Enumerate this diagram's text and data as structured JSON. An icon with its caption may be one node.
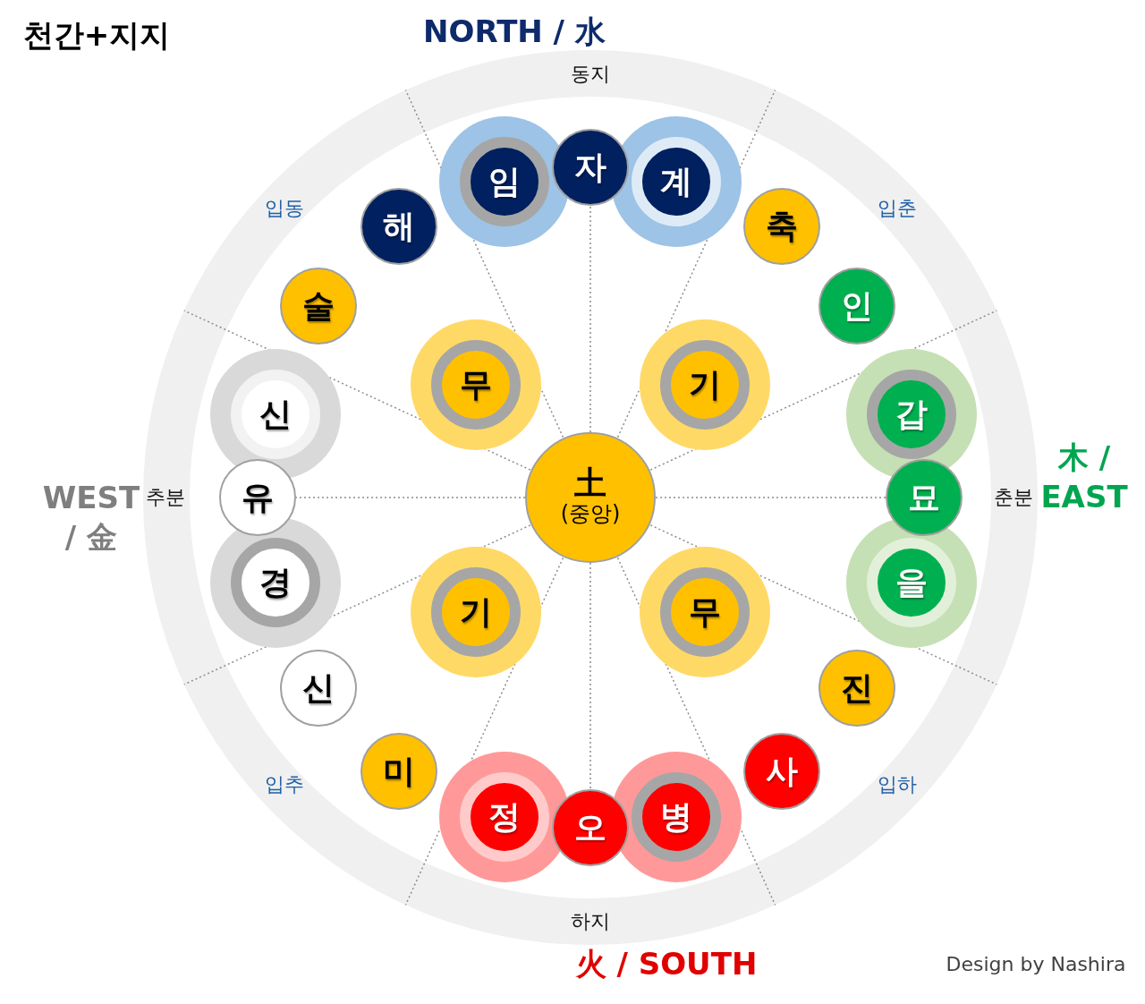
{
  "diagram": {
    "title": "천간+지지",
    "nodes": [
      {
        "text": [
          "자"
        ]
      },
      {
        "text": [
          "임"
        ]
      },
      {
        "text": [
          "계"
        ]
      },
      {
        "text": [
          "해"
        ]
      },
      {
        "text": [
          "축"
        ]
      },
      {
        "text": [
          "술"
        ]
      },
      {
        "text": [
          "인"
        ]
      },
      {
        "text": [
          "무"
        ]
      },
      {
        "text": [
          "기"
        ]
      },
      {
        "text": [
          "신"
        ]
      },
      {
        "text": [
          "갑"
        ]
      },
      {
        "text": [
          "土",
          "(중앙)"
        ]
      },
      {
        "text": [
          "유"
        ]
      },
      {
        "text": [
          "묘"
        ]
      },
      {
        "text": [
          "경"
        ]
      },
      {
        "text": [
          "을"
        ]
      },
      {
        "text": [
          "기"
        ]
      },
      {
        "text": [
          "무"
        ]
      },
      {
        "text": [
          "신"
        ]
      },
      {
        "text": [
          "진"
        ]
      },
      {
        "text": [
          "미"
        ]
      },
      {
        "text": [
          "사"
        ]
      },
      {
        "text": [
          "정"
        ]
      },
      {
        "text": [
          "오"
        ]
      },
      {
        "text": [
          "병"
        ]
      }
    ],
    "edges": [
      {
        "from": 11,
        "to": 0,
        "arrow": "none",
        "style": "dashed"
      },
      {
        "from": 11,
        "to": 13,
        "arrow": "none",
        "style": "dashed"
      },
      {
        "from": 11,
        "to": 23,
        "arrow": "none",
        "style": "dashed"
      },
      {
        "from": 11,
        "to": 12,
        "arrow": "none",
        "style": "dashed"
      }
    ],
    "labels": [
      "NORTH / 水",
      "동지",
      "입동",
      "입춘",
      "WEST / 金",
      "추분",
      "춘분",
      "木 / EAST",
      "입추",
      "입하",
      "하지",
      "火 / SOUTH",
      "Design by Nashira"
    ]
  }
}
